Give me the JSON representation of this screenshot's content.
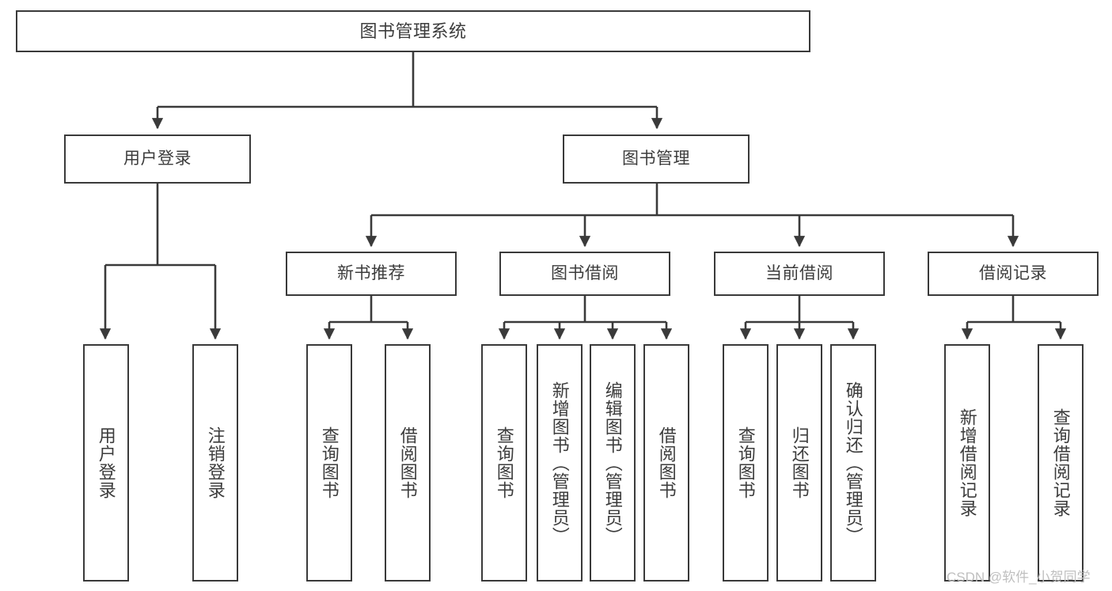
{
  "diagram": {
    "title": "图书管理系统",
    "type": "hierarchy-tree",
    "orientation": "top-down",
    "stroke_color": "#3a3a3a",
    "text_color": "#3c3c3c",
    "background_color": "#ffffff"
  },
  "nodes": {
    "root": {
      "label": "图书管理系统"
    },
    "level2": [
      {
        "label": "用户登录"
      },
      {
        "label": "图书管理"
      }
    ],
    "level3": [
      {
        "label": "新书推荐"
      },
      {
        "label": "图书借阅"
      },
      {
        "label": "当前借阅"
      },
      {
        "label": "借阅记录"
      }
    ],
    "leaves": {
      "user_login": [
        {
          "label": "用户登录"
        },
        {
          "label": "注销登录"
        }
      ],
      "new_book_recommend": [
        {
          "label": "查询图书"
        },
        {
          "label": "借阅图书"
        }
      ],
      "book_borrow": [
        {
          "label": "查询图书"
        },
        {
          "label": "新增图书（管理员）"
        },
        {
          "label": "编辑图书（管理员）"
        },
        {
          "label": "借阅图书"
        }
      ],
      "current_borrow": [
        {
          "label": "查询图书"
        },
        {
          "label": "归还图书"
        },
        {
          "label": "确认归还（管理员）"
        }
      ],
      "borrow_record": [
        {
          "label": "新增借阅记录"
        },
        {
          "label": "查询借阅记录"
        }
      ]
    }
  },
  "watermark": {
    "text": "CSDN @软件_小贺同学"
  }
}
